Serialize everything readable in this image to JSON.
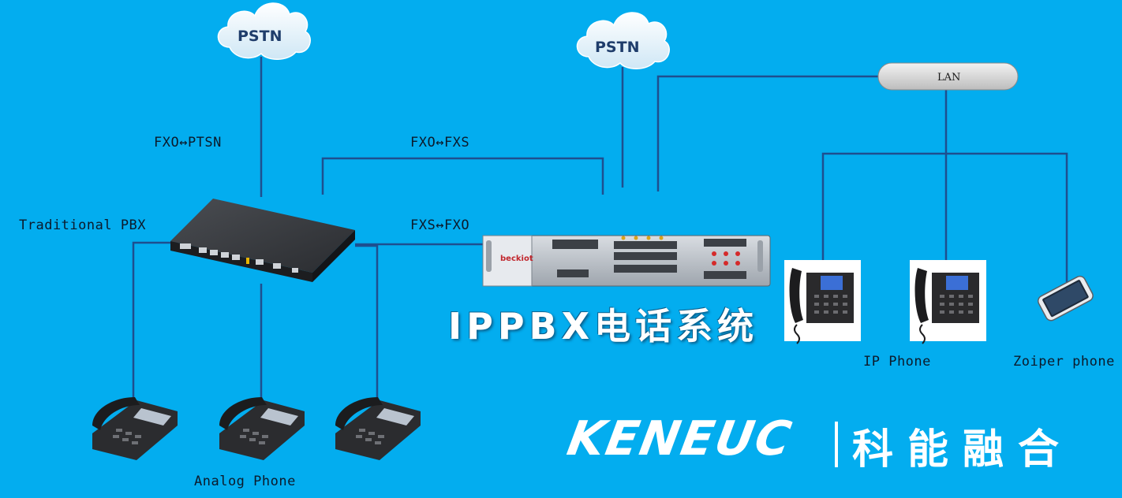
{
  "clouds": [
    {
      "id": "pstn-left",
      "label": "PSTN"
    },
    {
      "id": "pstn-right",
      "label": "PSTN"
    }
  ],
  "links": {
    "fxo_ptsn": "FXO↔PTSN",
    "fxo_fxs": "FXO↔FXS",
    "fxs_fxo": "FXS↔FXO"
  },
  "nodes": {
    "traditional_pbx": "Traditional PBX",
    "lan": "LAN",
    "ip_phone": "IP Phone",
    "zoiper_phone": "Zoiper phone",
    "analog_phone": "Analog Phone",
    "ippbx_brand_small": "beckiot"
  },
  "title": "IPPBX电话系统",
  "brand": {
    "en": "KENEUC",
    "cn": "科能融合"
  },
  "colors": {
    "background": "#03adef",
    "line": "#1e4f8f",
    "cloud": "#e8f4fb",
    "text_dark": "#0c1a2b"
  }
}
